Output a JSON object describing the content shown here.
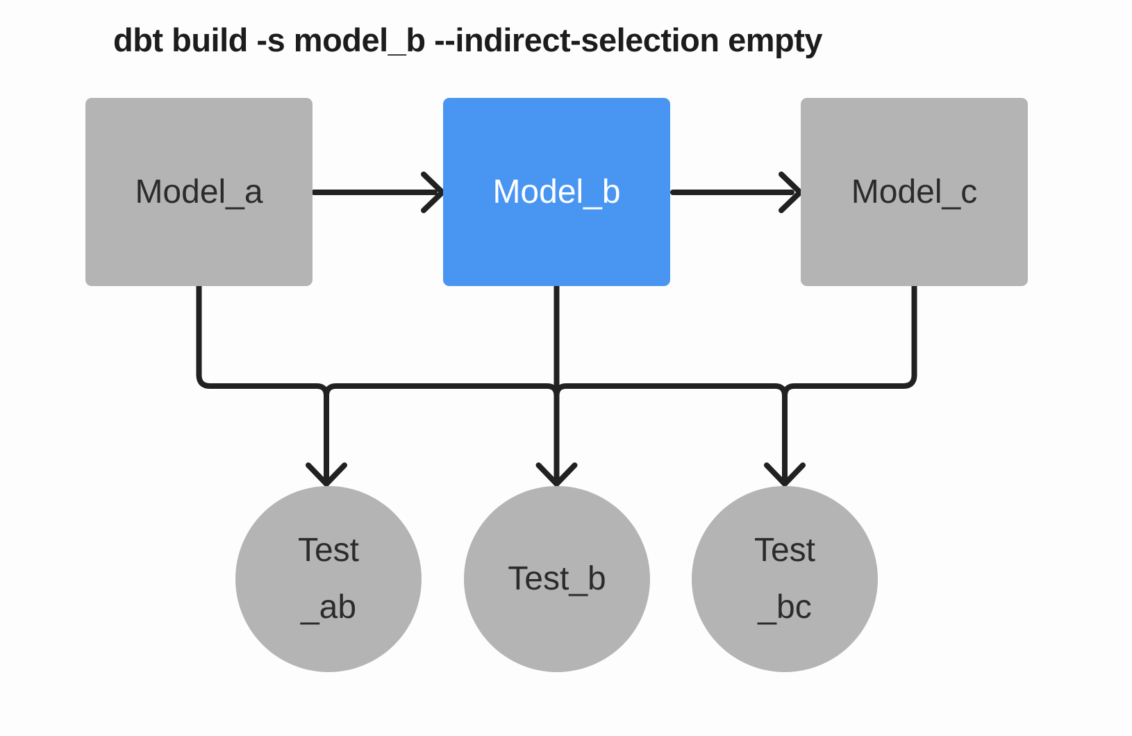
{
  "title": "dbt build -s model_b --indirect-selection empty",
  "colors": {
    "canvas_bg": "#fdfdfd",
    "node_fill": "#b4b4b4",
    "selected_fill": "#4896f2",
    "line": "#212121",
    "node_text": "#2b2b2b",
    "selected_text": "#ffffff",
    "title_text": "#1c1c1c"
  },
  "models": [
    {
      "id": "model_a",
      "label": "Model_a",
      "selected": false
    },
    {
      "id": "model_b",
      "label": "Model_b",
      "selected": true
    },
    {
      "id": "model_c",
      "label": "Model_c",
      "selected": false
    }
  ],
  "tests": [
    {
      "id": "test_ab",
      "lines": [
        "Test",
        "_ab"
      ]
    },
    {
      "id": "test_b",
      "lines": [
        "Test_b"
      ]
    },
    {
      "id": "test_bc",
      "lines": [
        "Test",
        "_bc"
      ]
    }
  ],
  "edges": [
    {
      "from": "model_a",
      "to": "model_b"
    },
    {
      "from": "model_b",
      "to": "model_c"
    },
    {
      "from": "model_a",
      "to": "test_ab"
    },
    {
      "from": "model_b",
      "to": "test_ab"
    },
    {
      "from": "model_b",
      "to": "test_b"
    },
    {
      "from": "model_b",
      "to": "test_bc"
    },
    {
      "from": "model_c",
      "to": "test_bc"
    }
  ]
}
